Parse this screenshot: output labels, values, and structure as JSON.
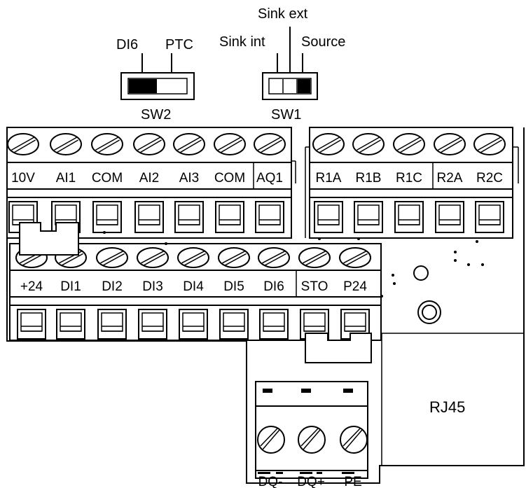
{
  "switches": {
    "sw2": {
      "name": "SW2",
      "left_label": "DI6",
      "right_label": "PTC",
      "position": "DI6"
    },
    "sw1": {
      "name": "SW1",
      "top_label": "Sink ext",
      "left_label": "Sink int",
      "right_label": "Source",
      "position": "Source"
    }
  },
  "top_left_block": {
    "labels": [
      "10V",
      "AI1",
      "COM",
      "AI2",
      "AI3",
      "COM",
      "AQ1"
    ]
  },
  "top_right_block": {
    "labels": [
      "R1A",
      "R1B",
      "R1C",
      "R2A",
      "R2C"
    ]
  },
  "middle_block": {
    "labels": [
      "+24",
      "DI1",
      "DI2",
      "DI3",
      "DI4",
      "DI5",
      "DI6",
      "STO",
      "P24"
    ]
  },
  "bottom_block": {
    "labels": [
      "DQ-",
      "DQ+",
      "PE"
    ]
  },
  "port": {
    "label": "RJ45"
  }
}
